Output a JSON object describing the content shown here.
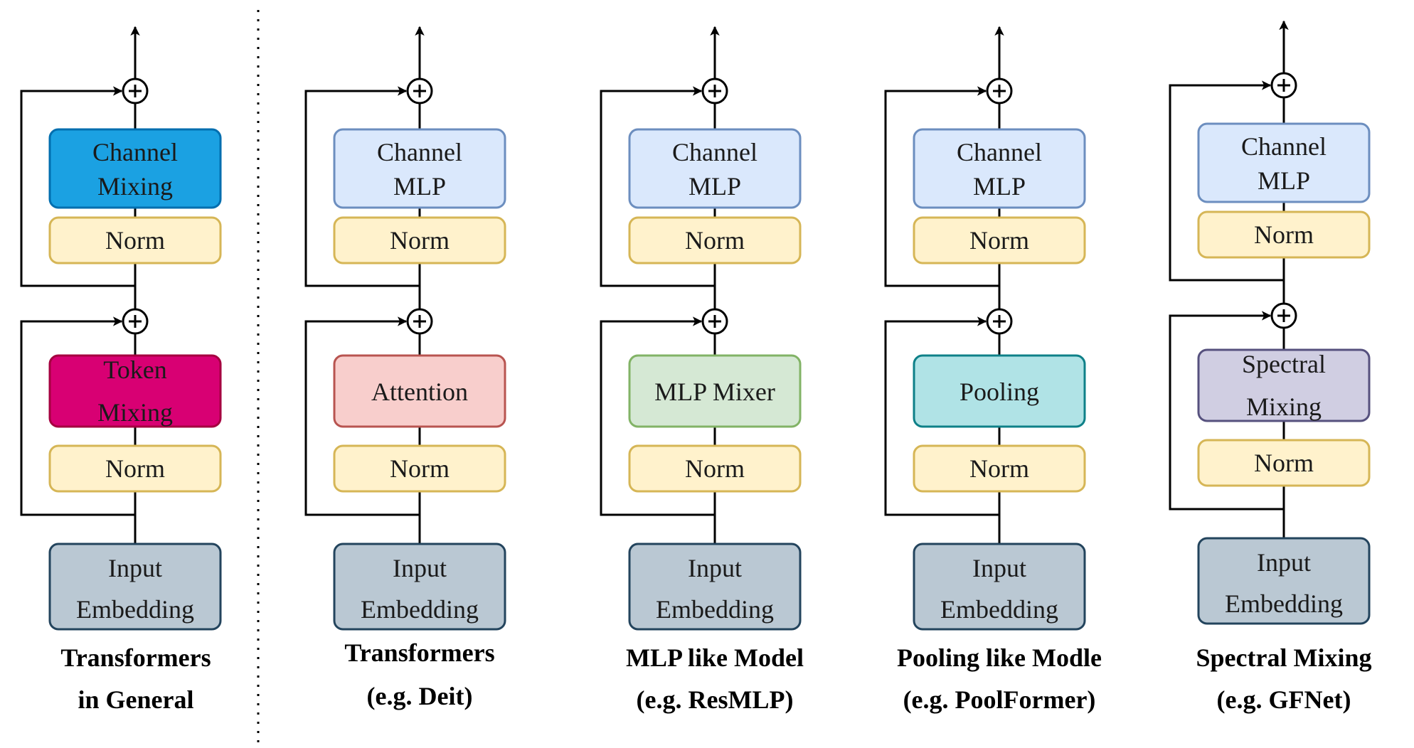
{
  "columns": [
    {
      "blocks": {
        "channel": [
          "Channel",
          "Mixing"
        ],
        "token": [
          "Token",
          "Mixing"
        ],
        "norm_top": "Norm",
        "norm_bottom": "Norm",
        "input": [
          "Input",
          "Embedding"
        ]
      },
      "caption": [
        "Transformers",
        "in General"
      ],
      "colors": {
        "channel_fill": "#1ba1e2",
        "channel_stroke": "#006eaf",
        "token_fill": "#d80073",
        "token_stroke": "#a50040",
        "channel_text": "#ffffff",
        "token_text": "#ffffff"
      }
    },
    {
      "blocks": {
        "channel": [
          "Channel",
          "MLP"
        ],
        "token": [
          "Attention"
        ],
        "norm_top": "Norm",
        "norm_bottom": "Norm",
        "input": [
          "Input",
          "Embedding"
        ]
      },
      "caption": [
        "Transformers",
        "(e.g. Deit)"
      ],
      "colors": {
        "channel_fill": "#dae8fc",
        "channel_stroke": "#6c8ebf",
        "token_fill": "#f8cecc",
        "token_stroke": "#b85450",
        "channel_text": "#1a1a1a",
        "token_text": "#1a1a1a"
      }
    },
    {
      "blocks": {
        "channel": [
          "Channel",
          "MLP"
        ],
        "token": [
          "MLP Mixer"
        ],
        "norm_top": "Norm",
        "norm_bottom": "Norm",
        "input": [
          "Input",
          "Embedding"
        ]
      },
      "caption": [
        "MLP like Model",
        "(e.g. ResMLP)"
      ],
      "colors": {
        "channel_fill": "#dae8fc",
        "channel_stroke": "#6c8ebf",
        "token_fill": "#d5e8d4",
        "token_stroke": "#82b366",
        "channel_text": "#1a1a1a",
        "token_text": "#1a1a1a"
      }
    },
    {
      "blocks": {
        "channel": [
          "Channel",
          "MLP"
        ],
        "token": [
          "Pooling"
        ],
        "norm_top": "Norm",
        "norm_bottom": "Norm",
        "input": [
          "Input",
          "Embedding"
        ]
      },
      "caption": [
        "Pooling like Modle",
        "(e.g. PoolFormer)"
      ],
      "colors": {
        "channel_fill": "#dae8fc",
        "channel_stroke": "#6c8ebf",
        "token_fill": "#b0e3e6",
        "token_stroke": "#0e8088",
        "channel_text": "#1a1a1a",
        "token_text": "#1a1a1a"
      }
    },
    {
      "blocks": {
        "channel": [
          "Channel",
          "MLP"
        ],
        "token": [
          "Spectral",
          "Mixing"
        ],
        "norm_top": "Norm",
        "norm_bottom": "Norm",
        "input": [
          "Input",
          "Embedding"
        ]
      },
      "caption": [
        "Spectral Mixing",
        "(e.g. GFNet)"
      ],
      "colors": {
        "channel_fill": "#dae8fc",
        "channel_stroke": "#6c8ebf",
        "token_fill": "#d0cee2",
        "token_stroke": "#56517e",
        "channel_text": "#1a1a1a",
        "token_text": "#1a1a1a"
      }
    }
  ],
  "colors": {
    "norm_fill": "#fff2cc",
    "norm_stroke": "#d6b656",
    "input_fill": "#bac8d3",
    "input_stroke": "#23445d",
    "line": "#000000"
  },
  "icons": {
    "plus": "circle-plus-icon",
    "arrow": "arrow-up-icon"
  }
}
